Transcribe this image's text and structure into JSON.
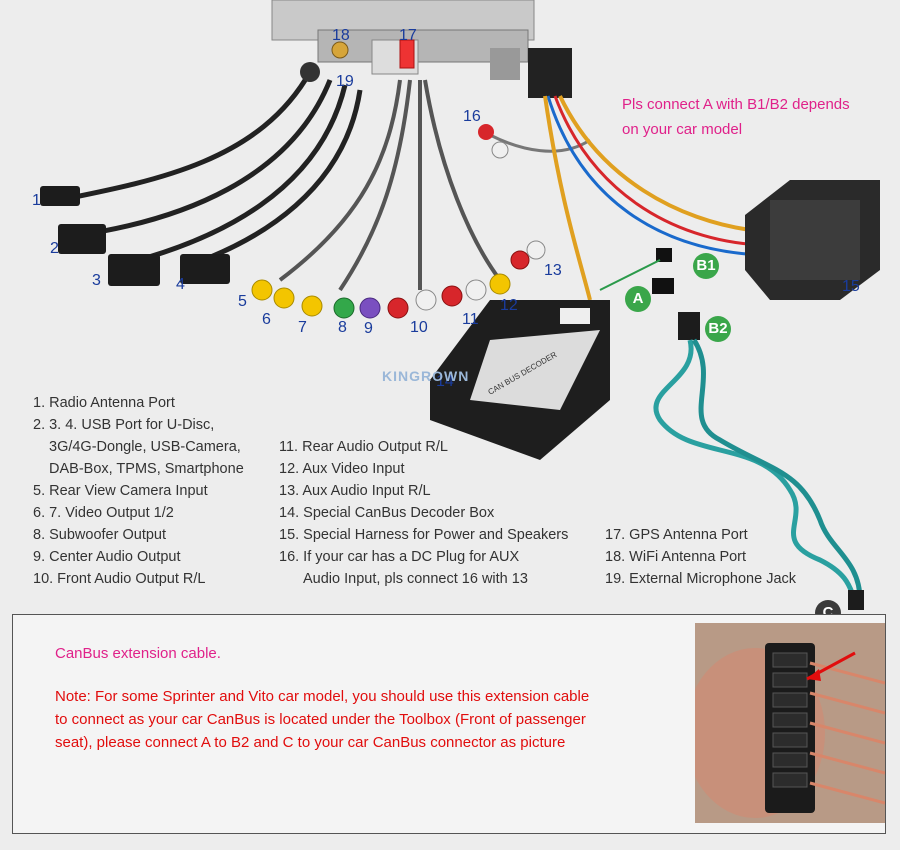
{
  "callouts": {
    "n1": "1",
    "n2": "2",
    "n3": "3",
    "n4": "4",
    "n5": "5",
    "n6": "6",
    "n7": "7",
    "n8": "8",
    "n9": "9",
    "n10": "10",
    "n11": "11",
    "n12": "12",
    "n13": "13",
    "n14": "14",
    "n15": "15",
    "n16": "16",
    "n17": "17",
    "n18": "18",
    "n19": "19"
  },
  "connector_labels": {
    "a": "A",
    "b1": "B1",
    "b2": "B2",
    "c": "C"
  },
  "top_note": [
    "Pls connect A with B1/B2 depends",
    "on your car model"
  ],
  "watermark": "KINGROWN",
  "legend": {
    "col1": [
      "1. Radio Antenna Port",
      "2. 3. 4. USB Port for U-Disc,",
      "3G/4G-Dongle, USB-Camera,",
      "DAB-Box, TPMS, Smartphone",
      "5. Rear View Camera Input",
      "6. 7. Video Output 1/2",
      "8. Subwoofer Output",
      "9. Center Audio Output",
      "10. Front Audio Output R/L"
    ],
    "col2": [
      "11. Rear Audio Output R/L",
      "12. Aux Video Input",
      "13. Aux Audio Input R/L",
      "14. Special CanBus Decoder Box",
      "15. Special Harness for Power and Speakers",
      "16. If your car has a DC Plug for AUX",
      "Audio Input, pls connect 16 with 13"
    ],
    "col3": [
      "17. GPS Antenna Port",
      "18. WiFi Antenna Port",
      "19. External Microphone Jack"
    ]
  },
  "bottom_box": {
    "title": "CanBus extension cable.",
    "note_lines": [
      "Note: For some Sprinter and Vito car model, you should use this extension cable",
      "to connect as your car CanBus is located under the Toolbox (Front of passenger",
      "seat), please connect A to B2 and C to your car CanBus connector as picture"
    ]
  },
  "decoder_label": "CAN BUS DECODER",
  "colors": {
    "callout": "#1a3c9c",
    "pink": "#e0218a",
    "red": "#e10d0d",
    "green": "#3aa64a"
  }
}
